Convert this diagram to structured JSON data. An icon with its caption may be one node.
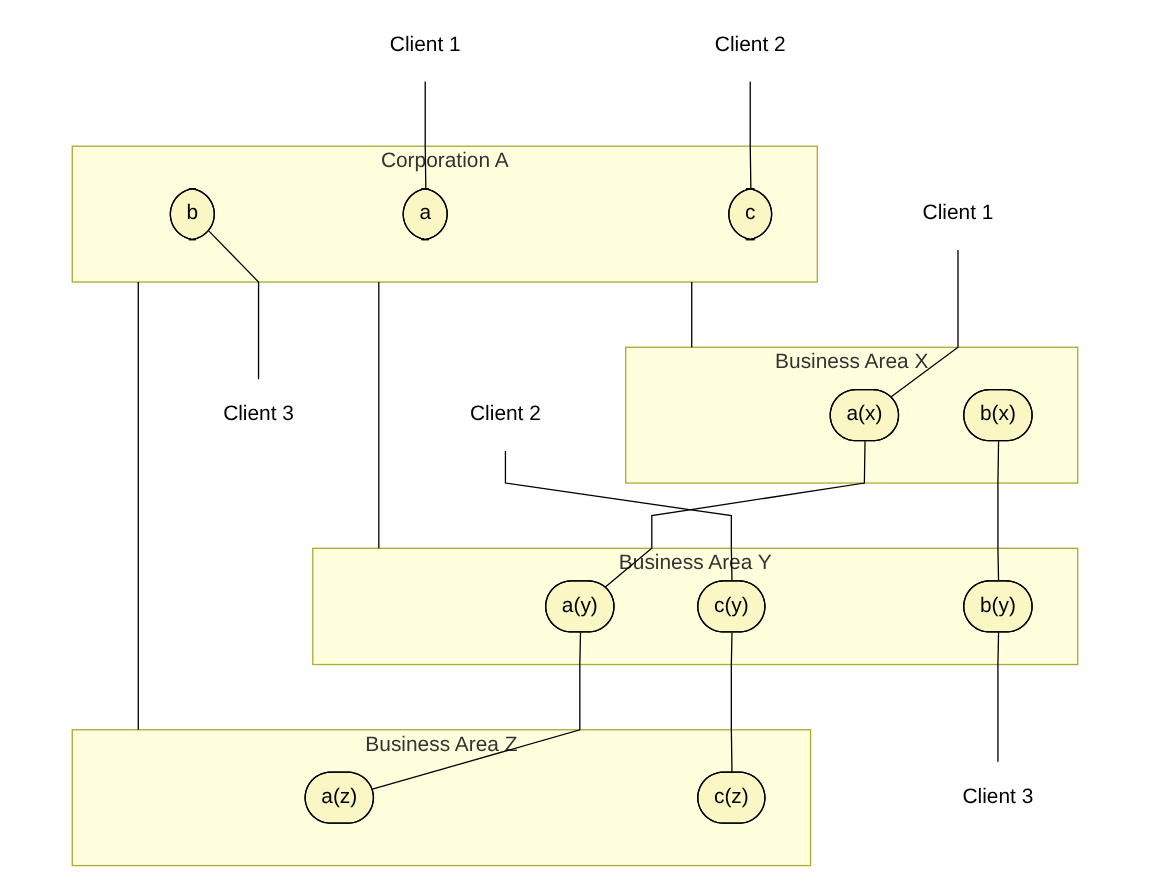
{
  "diagram": {
    "nodes": [
      {
        "text": [
          "Corporation A"
        ]
      },
      {
        "text": [
          "Client 1"
        ]
      },
      {
        "text": [
          "a"
        ],
        "in": 0
      },
      {
        "text": [
          "b"
        ],
        "in": 0
      },
      {
        "text": [
          "Client 3"
        ]
      },
      {
        "text": [
          "Client 2"
        ]
      },
      {
        "text": [
          "c"
        ],
        "in": 0
      },
      {
        "text": [
          "Business Area X"
        ]
      },
      {
        "text": [
          "Client 1"
        ]
      },
      {
        "text": [
          "a(x)"
        ],
        "in": 7
      },
      {
        "text": [
          "b(x)"
        ],
        "in": 7
      },
      {
        "text": [
          "Business Area Y"
        ]
      },
      {
        "text": [
          "a(y)"
        ],
        "in": 11
      },
      {
        "text": [
          "b(y)"
        ],
        "in": 11
      },
      {
        "text": [
          "Client 3"
        ]
      },
      {
        "text": [
          "Client 2"
        ]
      },
      {
        "text": [
          "c(y)"
        ],
        "in": 11
      },
      {
        "text": [
          "Business Area Z"
        ]
      },
      {
        "text": [
          "a(z)"
        ],
        "in": 17
      },
      {
        "text": [
          "c(z)"
        ],
        "in": 17
      }
    ],
    "edges": [
      {
        "from": 1,
        "to": 2,
        "arrow": "none"
      },
      {
        "from": 3,
        "to": 4,
        "arrow": "none"
      },
      {
        "from": 5,
        "to": 6,
        "arrow": "none"
      },
      {
        "from": 0,
        "to": 7,
        "arrow": "none"
      },
      {
        "from": 0,
        "to": 11,
        "arrow": "none"
      },
      {
        "from": 0,
        "to": 17,
        "arrow": "none"
      },
      {
        "from": 8,
        "to": 9,
        "arrow": "none"
      },
      {
        "from": 9,
        "to": 12,
        "arrow": "none"
      },
      {
        "from": 12,
        "to": 18,
        "arrow": "none"
      },
      {
        "from": 10,
        "to": 13,
        "arrow": "none"
      },
      {
        "from": 13,
        "to": 14,
        "arrow": "none"
      },
      {
        "from": 15,
        "to": 16,
        "arrow": "none"
      },
      {
        "from": 16,
        "to": 19,
        "arrow": "none"
      }
    ]
  }
}
